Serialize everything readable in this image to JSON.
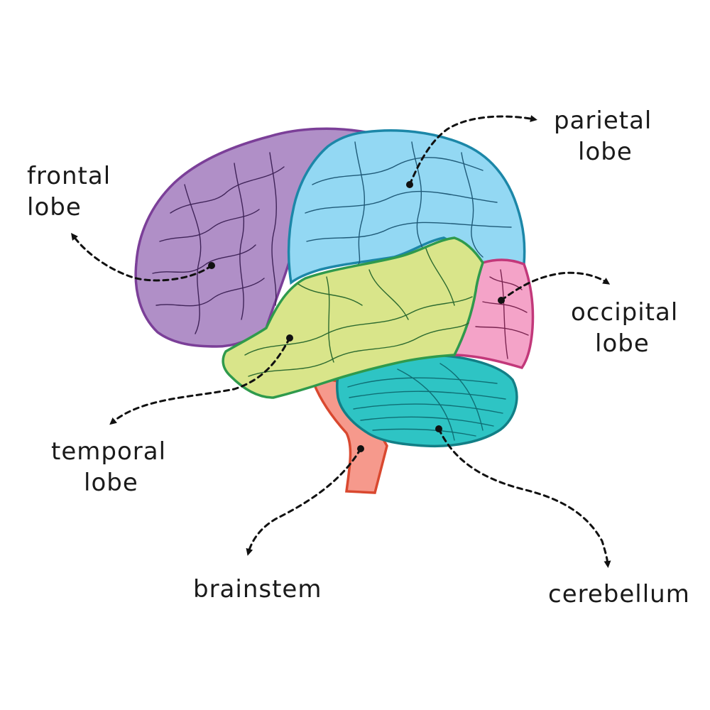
{
  "diagram": {
    "labels": {
      "frontal": {
        "line1": "frontal",
        "line2": "lobe"
      },
      "parietal": {
        "line1": "parietal",
        "line2": "lobe"
      },
      "occipital": {
        "line1": "occipital",
        "line2": "lobe"
      },
      "temporal": {
        "line1": "temporal",
        "line2": "lobe"
      },
      "brainstem": {
        "line1": "brainstem"
      },
      "cerebellum": {
        "line1": "cerebellum"
      }
    },
    "colors": {
      "frontal_fill": "#b08fc7",
      "frontal_stroke": "#7b3f98",
      "parietal_fill": "#93d8f3",
      "parietal_stroke": "#1c87a8",
      "occipital_fill": "#f4a3c8",
      "occipital_stroke": "#c2387a",
      "temporal_fill": "#d9e58a",
      "temporal_stroke": "#2f9a4c",
      "cerebellum_fill": "#2ec4c4",
      "cerebellum_stroke": "#127f86",
      "brainstem_fill": "#f6998c",
      "brainstem_stroke": "#d9482f",
      "pointer": "#111111"
    }
  }
}
